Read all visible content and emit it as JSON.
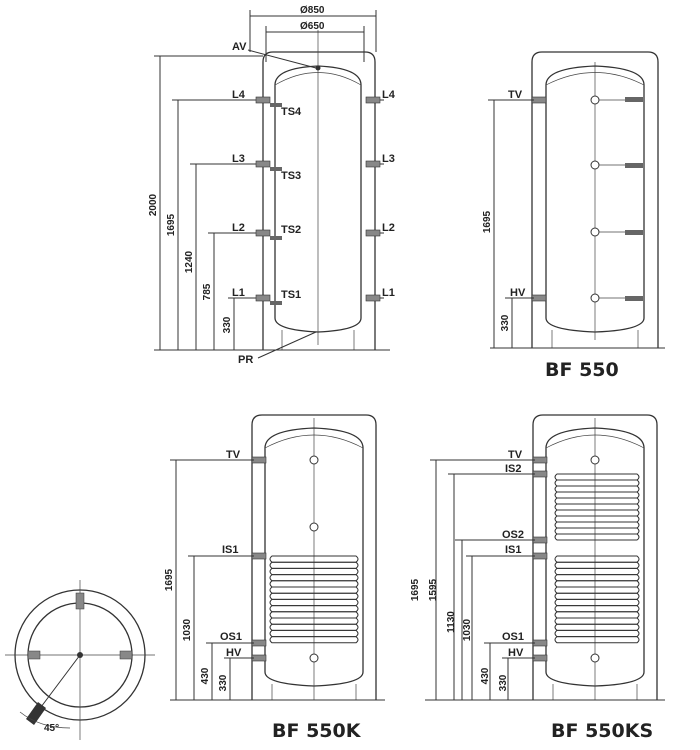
{
  "diagram_main": {
    "dia_outer": "Ø850",
    "dia_inner": "Ø650",
    "labels": {
      "av": "AV",
      "l4": "L4",
      "l3": "L3",
      "l2": "L2",
      "l1": "L1",
      "ts4": "TS4",
      "ts3": "TS3",
      "ts2": "TS2",
      "ts1": "TS1",
      "pr": "PR"
    },
    "dims": {
      "d2000": "2000",
      "d1695": "1695",
      "d1240": "1240",
      "d785": "785",
      "d330": "330"
    }
  },
  "diagram_bf550": {
    "title": "BF 550",
    "labels": {
      "tv": "TV",
      "hv": "HV"
    },
    "dims": {
      "d1695": "1695",
      "d330": "330"
    }
  },
  "diagram_bf550k": {
    "title": "BF 550K",
    "labels": {
      "tv": "TV",
      "is1": "IS1",
      "os1": "OS1",
      "hv": "HV"
    },
    "dims": {
      "d1695": "1695",
      "d1030": "1030",
      "d430": "430",
      "d330": "330"
    }
  },
  "diagram_bf550ks": {
    "title": "BF 550KS",
    "labels": {
      "tv": "TV",
      "is2": "IS2",
      "os2": "OS2",
      "is1": "IS1",
      "os1": "OS1",
      "hv": "HV"
    },
    "dims": {
      "d1695": "1695",
      "d1595": "1595",
      "d1130": "1130",
      "d1030": "1030",
      "d430": "430",
      "d330": "330"
    }
  },
  "plan_view": {
    "angle": "45°"
  }
}
